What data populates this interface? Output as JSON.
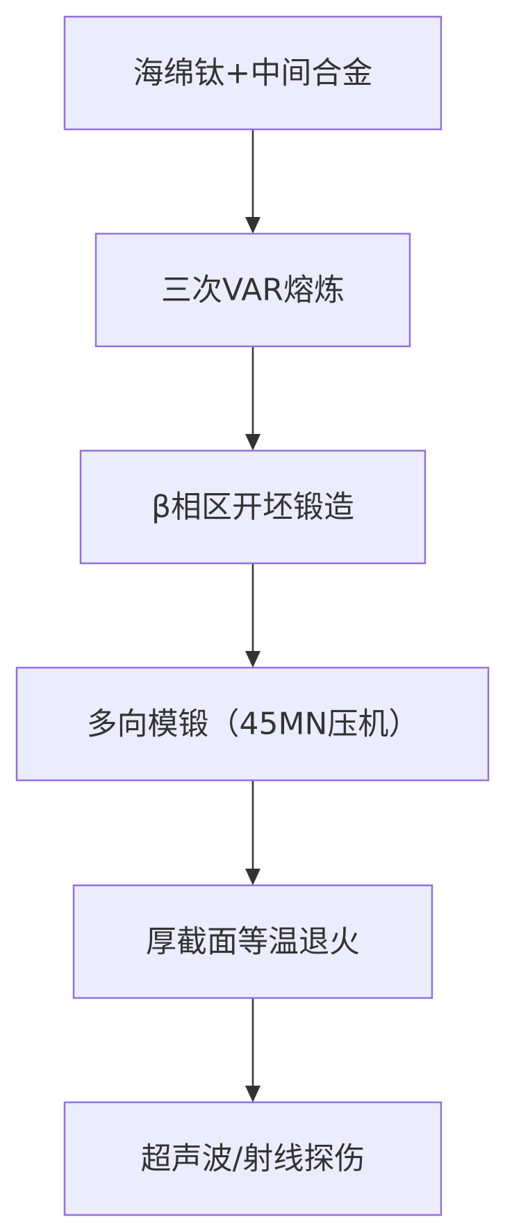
{
  "flowchart": {
    "direction": "top-to-bottom",
    "colors": {
      "node_fill": "#ececff",
      "node_stroke": "#9370db",
      "text": "#333333",
      "edge": "#333333"
    },
    "nodes": [
      {
        "id": "n1",
        "label": "海绵钛+中间合金"
      },
      {
        "id": "n2",
        "label": "三次VAR熔炼"
      },
      {
        "id": "n3",
        "label": "β相区开坯锻造"
      },
      {
        "id": "n4",
        "label": "多向模锻（45MN压机）"
      },
      {
        "id": "n5",
        "label": "厚截面等温退火"
      },
      {
        "id": "n6",
        "label": "超声波/射线探伤"
      }
    ],
    "edges": [
      {
        "from": "n1",
        "to": "n2"
      },
      {
        "from": "n2",
        "to": "n3"
      },
      {
        "from": "n3",
        "to": "n4"
      },
      {
        "from": "n4",
        "to": "n5"
      },
      {
        "from": "n5",
        "to": "n6"
      }
    ]
  }
}
